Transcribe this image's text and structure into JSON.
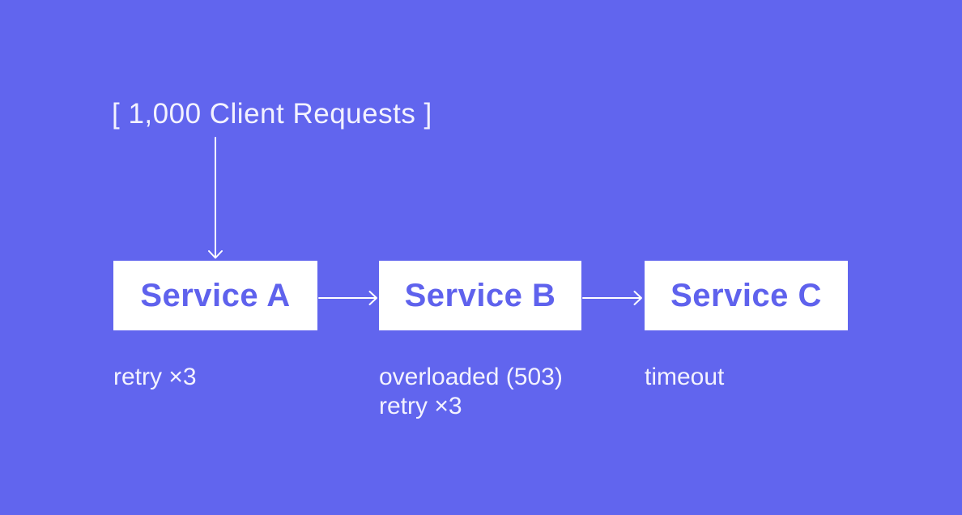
{
  "colors": {
    "background": "#6165ee",
    "node_background": "#ffffff",
    "node_text": "#5f62ed",
    "annotation_text": "#f3f2fe",
    "arrow": "#ffffff"
  },
  "client_requests": {
    "label": "[ 1,000 Client Requests ]"
  },
  "nodes": [
    {
      "id": "service-a",
      "label": "Service A",
      "notes": [
        "retry ×3"
      ]
    },
    {
      "id": "service-b",
      "label": "Service B",
      "notes": [
        "overloaded (503)",
        "retry ×3"
      ]
    },
    {
      "id": "service-c",
      "label": "Service C",
      "notes": [
        "timeout"
      ]
    }
  ],
  "edges": [
    {
      "from": "client-requests",
      "to": "service-a",
      "direction": "down"
    },
    {
      "from": "service-a",
      "to": "service-b",
      "direction": "right"
    },
    {
      "from": "service-b",
      "to": "service-c",
      "direction": "right"
    }
  ]
}
